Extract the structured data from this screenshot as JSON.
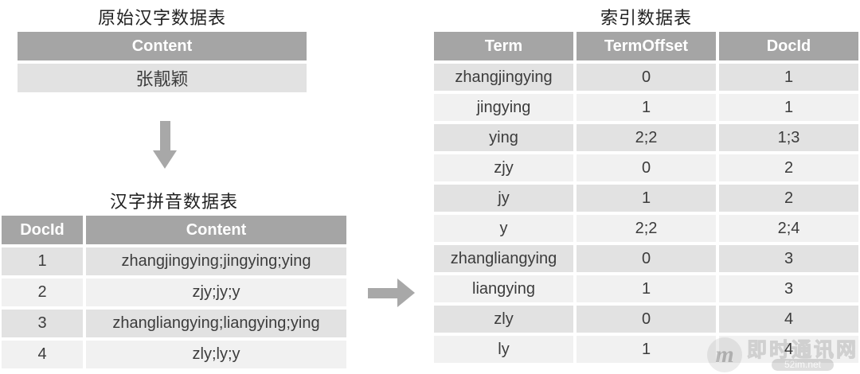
{
  "colors": {
    "header_bg": "#a5a5a5",
    "row_odd": "#e2e2e2",
    "row_even": "#f1f1f1",
    "arrow": "#a8a8a8",
    "header_text": "#ffffff",
    "cell_text": "#3c3c3c"
  },
  "original_table": {
    "title": "原始汉字数据表",
    "columns": [
      "Content"
    ],
    "rows": [
      [
        "张靓颖"
      ]
    ]
  },
  "pinyin_table": {
    "title": "汉字拼音数据表",
    "columns": [
      "DocId",
      "Content"
    ],
    "rows": [
      [
        "1",
        "zhangjingying;jingying;ying"
      ],
      [
        "2",
        "zjy;jy;y"
      ],
      [
        "3",
        "zhangliangying;liangying;ying"
      ],
      [
        "4",
        "zly;ly;y"
      ]
    ]
  },
  "index_table": {
    "title": "索引数据表",
    "columns": [
      "Term",
      "TermOffset",
      "DocId"
    ],
    "rows": [
      [
        "zhangjingying",
        "0",
        "1"
      ],
      [
        "jingying",
        "1",
        "1"
      ],
      [
        "ying",
        "2;2",
        "1;3"
      ],
      [
        "zjy",
        "0",
        "2"
      ],
      [
        "jy",
        "1",
        "2"
      ],
      [
        "y",
        "2;2",
        "2;4"
      ],
      [
        "zhangliangying",
        "0",
        "3"
      ],
      [
        "liangying",
        "1",
        "3"
      ],
      [
        "zly",
        "0",
        "4"
      ],
      [
        "ly",
        "1",
        "4"
      ]
    ]
  },
  "watermark": {
    "logo_letter": "m",
    "site_name": "即时通讯网",
    "site_url": "52im.net"
  }
}
